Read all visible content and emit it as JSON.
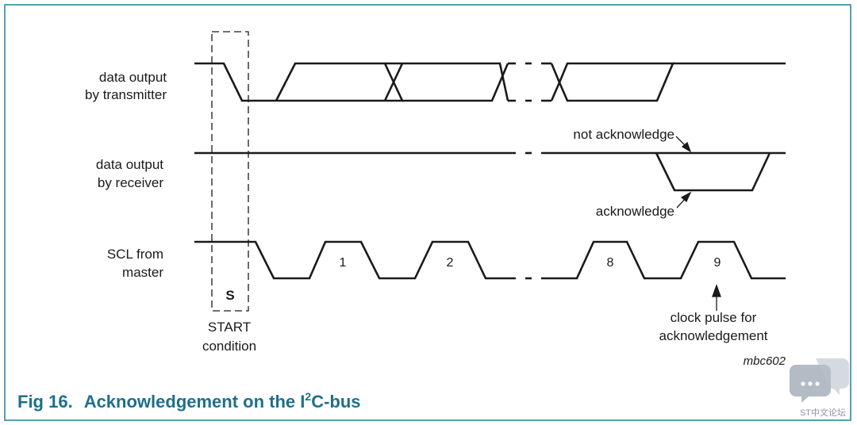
{
  "figure": {
    "caption": {
      "number": "Fig 16.",
      "title_pre": "Acknowledgement on the I",
      "title_sup": "2",
      "title_post": "C-bus"
    },
    "id_code": "mbc602"
  },
  "signals": {
    "transmitter": {
      "line1": "data output",
      "line2": "by transmitter"
    },
    "receiver": {
      "line1": "data output",
      "line2": "by receiver"
    },
    "scl": {
      "line1": "SCL from",
      "line2": "master"
    }
  },
  "start": {
    "symbol": "S",
    "line1": "START",
    "line2": "condition"
  },
  "clock_pulses": [
    "1",
    "2",
    "8",
    "9"
  ],
  "annotations": {
    "not_ack": "not acknowledge",
    "ack": "acknowledge",
    "clock_line1": "clock pulse for",
    "clock_line2": "acknowledgement"
  },
  "watermark": {
    "text": "ST中文论坛"
  },
  "colors": {
    "frame": "#2a8aa0",
    "caption": "#1f6f8b",
    "ink": "#1a1a1a"
  }
}
